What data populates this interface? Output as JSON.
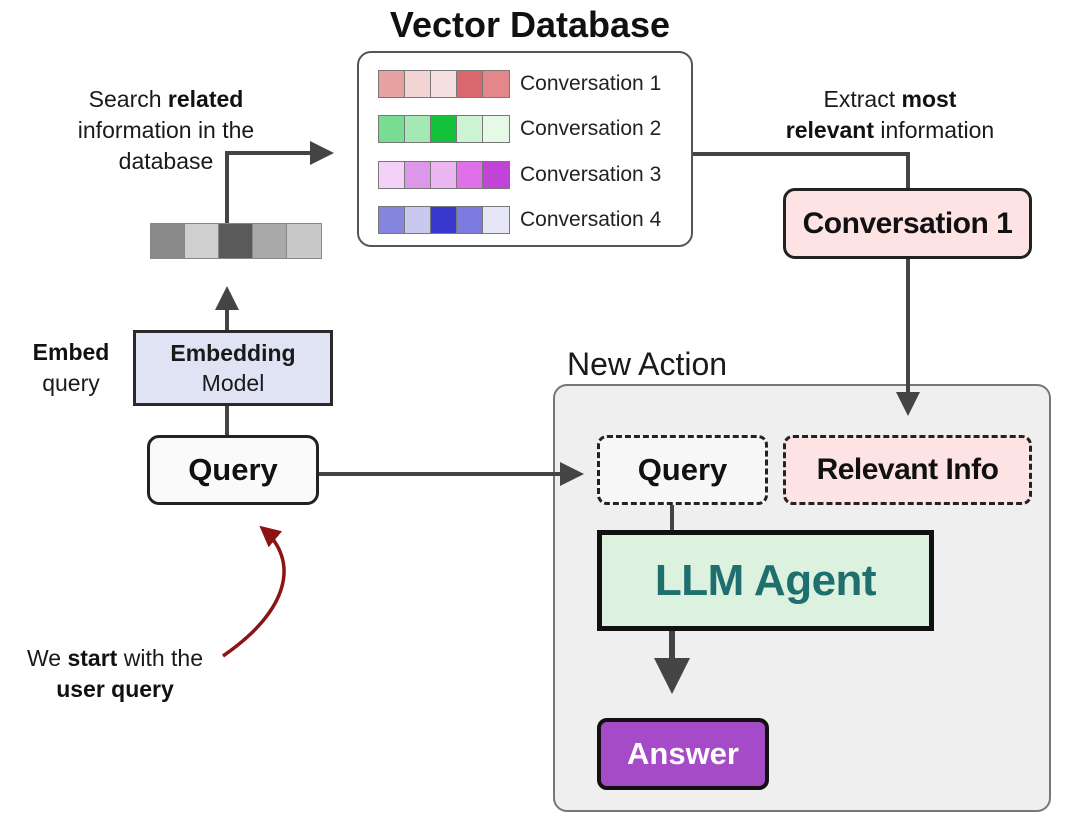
{
  "vector_db": {
    "title": "Vector Database",
    "conversations": [
      {
        "label": "Conversation 1",
        "colors": [
          "#e8a1a1",
          "#f2d4d4",
          "#f4e0e0",
          "#d9696e",
          "#e4878b"
        ]
      },
      {
        "label": "Conversation 2",
        "colors": [
          "#79dc93",
          "#a6e8b3",
          "#13c23a",
          "#cdf4d2",
          "#e6f9e6"
        ]
      },
      {
        "label": "Conversation 3",
        "colors": [
          "#f4d2f7",
          "#dd97e8",
          "#ecb7f1",
          "#e070e8",
          "#c243d8"
        ]
      },
      {
        "label": "Conversation 4",
        "colors": [
          "#8585dd",
          "#c9c9f0",
          "#3838cf",
          "#7d7be0",
          "#e6e6f7"
        ]
      }
    ]
  },
  "query_vector": {
    "colors": [
      "#8a8a8a",
      "#cfcfcf",
      "#5a5a5a",
      "#a9a9a9",
      "#c8c8c8"
    ]
  },
  "labels": {
    "search_pre": "Search ",
    "search_bold": "related",
    "search_line2": "information in the",
    "search_line3": "database",
    "extract_pre": "Extract ",
    "extract_bold": "most",
    "extract_bold2": "relevant",
    "extract_post": " information",
    "embed_bold": "Embed",
    "embed_line2": "query",
    "start_pre": "We ",
    "start_bold": "start",
    "start_post": " with the",
    "start_bold2": "user query"
  },
  "boxes": {
    "embedding_line1": "Embedding",
    "embedding_line2": "Model",
    "query": "Query",
    "conversation1": "Conversation 1",
    "new_action": "New Action",
    "na_query": "Query",
    "relevant_info": "Relevant Info",
    "llm_agent": "LLM Agent",
    "answer": "Answer"
  }
}
